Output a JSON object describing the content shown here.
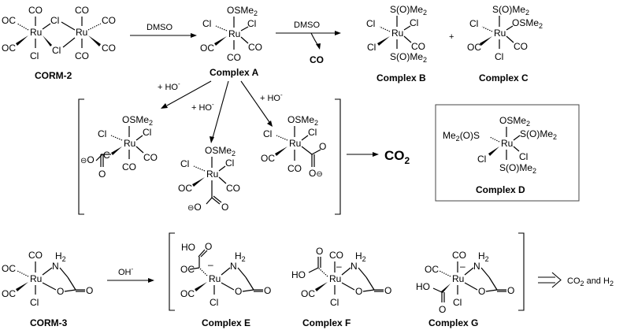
{
  "labels": {
    "corm2": "CORM-2",
    "complexA": "Complex A",
    "complexB": "Complex B",
    "complexC": "Complex C",
    "complexD": "Complex D",
    "corm3": "CORM-3",
    "complexE": "Complex E",
    "complexF": "Complex F",
    "complexG": "Complex G"
  },
  "reagents": {
    "dmso1": "DMSO",
    "dmso2": "DMSO",
    "co_out": "CO",
    "plus": "+",
    "ho1": "+ HO",
    "ho2": "+ HO",
    "ho3": "+ HO",
    "minus": "-",
    "oh": "OH",
    "co2_big": "CO",
    "co2_big_sub": "2",
    "final_pre": "CO",
    "final_sub1": "2",
    "final_mid": " and H",
    "final_sub2": "2"
  },
  "atoms": {
    "ru": "Ru",
    "co": "CO",
    "oc": "OC",
    "cl": "Cl",
    "osme2": "OSMe",
    "so_me2": "S(O)Me",
    "me2os": "Me",
    "me2os_rest": "(O)S",
    "sub2": "2",
    "h2": "H",
    "n": "N",
    "o": "O",
    "c": "C",
    "ho": "HO",
    "ominus": "⊖",
    "dash": "–"
  }
}
